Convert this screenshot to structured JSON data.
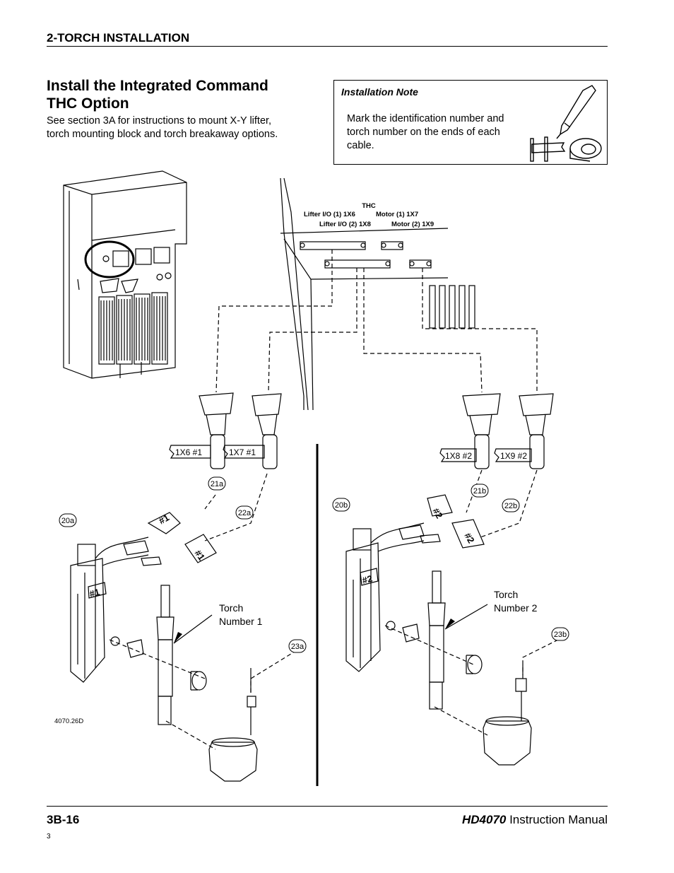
{
  "header": {
    "section": "2-TORCH INSTALLATION"
  },
  "main": {
    "title_line1": "Install the Integrated Command",
    "title_line2": "THC Option",
    "intro": "See section 3A for instructions to mount X-Y lifter, torch mounting block and torch breakaway options."
  },
  "note": {
    "title": "Installation Note",
    "text": "Mark the identification number and torch number on the ends of each cable."
  },
  "diagram": {
    "thc_title": "THC",
    "port_row1_a": "Lifter I/O (1) 1X6",
    "port_row1_b": "Motor (1) 1X7",
    "port_row2_a": "Lifter I/O (2) 1X8",
    "port_row2_b": "Motor (2) 1X9",
    "tag_1x6": "1X6 #1",
    "tag_1x7": "1X7 #1",
    "tag_1x8": "1X8 #2",
    "tag_1x9": "1X9 #2",
    "callouts": [
      "21a",
      "22a",
      "20a",
      "23a",
      "20b",
      "21b",
      "22b",
      "23b"
    ],
    "torch1_line1": "Torch",
    "torch1_line2": "Number 1",
    "torch2_line1": "Torch",
    "torch2_line2": "Number 2",
    "mark_1": "#1",
    "mark_2": "#2",
    "figure_id": "4070.26D"
  },
  "footer": {
    "page": "3B-16",
    "model": "HD4070",
    "manual": " Instruction Manual",
    "sub": "3"
  }
}
